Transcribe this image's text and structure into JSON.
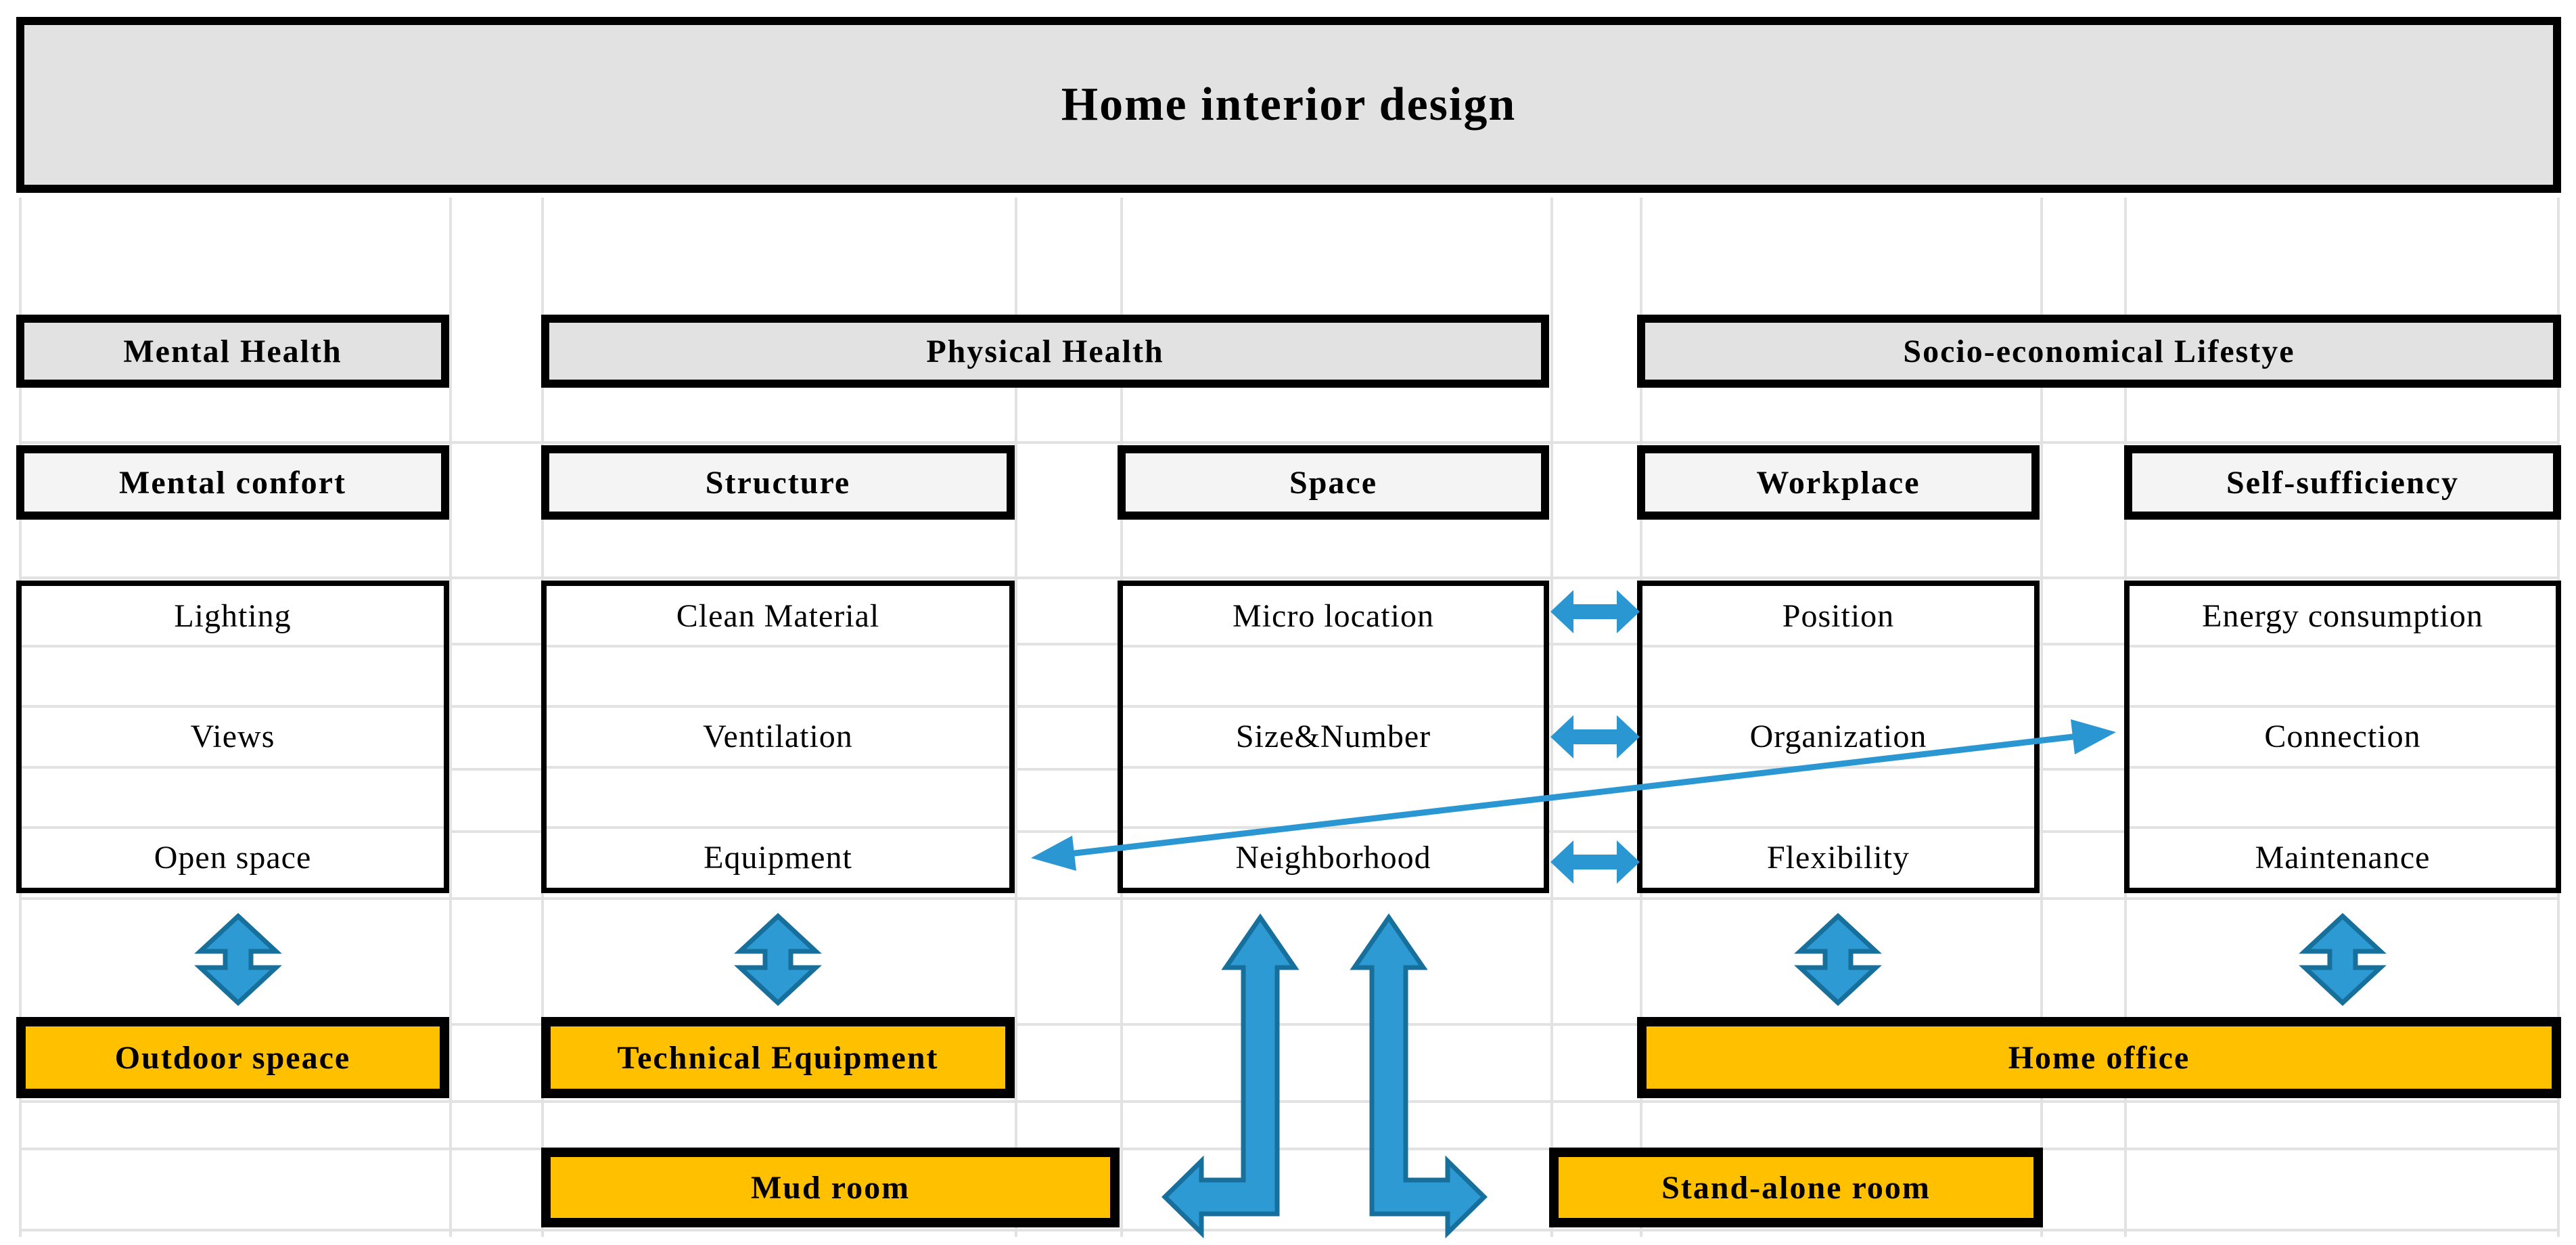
{
  "title": "Home interior design",
  "categories": [
    {
      "label": "Mental Health"
    },
    {
      "label": "Physical Health"
    },
    {
      "label": "Socio-economical Lifestye"
    }
  ],
  "columns": [
    {
      "subcategory": "Mental confort",
      "items": [
        "Lighting",
        "Views",
        "Open space"
      ]
    },
    {
      "subcategory": "Structure",
      "items": [
        "Clean Material",
        "Ventilation",
        "Equipment"
      ]
    },
    {
      "subcategory": "Space",
      "items": [
        "Micro location",
        "Size&Number",
        "Neighborhood"
      ]
    },
    {
      "subcategory": "Workplace",
      "items": [
        "Position",
        "Organization",
        "Flexibility"
      ]
    },
    {
      "subcategory": "Self-sufficiency",
      "items": [
        "Energy consumption",
        "Connection",
        "Maintenance"
      ]
    }
  ],
  "rooms": {
    "outdoor": "Outdoor speace",
    "technical": "Technical Equipment",
    "home_office": "Home office",
    "mud_room": "Mud room",
    "stand_alone": "Stand-alone room"
  },
  "icons": [
    "up-down-arrow-icon",
    "left-right-arrow-icon",
    "bent-up-left-arrow-icon",
    "bent-up-right-arrow-icon",
    "diagonal-double-arrow-icon"
  ],
  "colors": {
    "box_gray": "#E2E2E2",
    "box_light_gray": "#F4F4F4",
    "accent_orange": "#FFC000",
    "arrow_blue": "#2B97D2",
    "arrow_blue_fill": "#2E9AD4",
    "arrow_blue_dark": "#17709C",
    "border_black": "#000000",
    "gridline": "#E2E2E2"
  }
}
